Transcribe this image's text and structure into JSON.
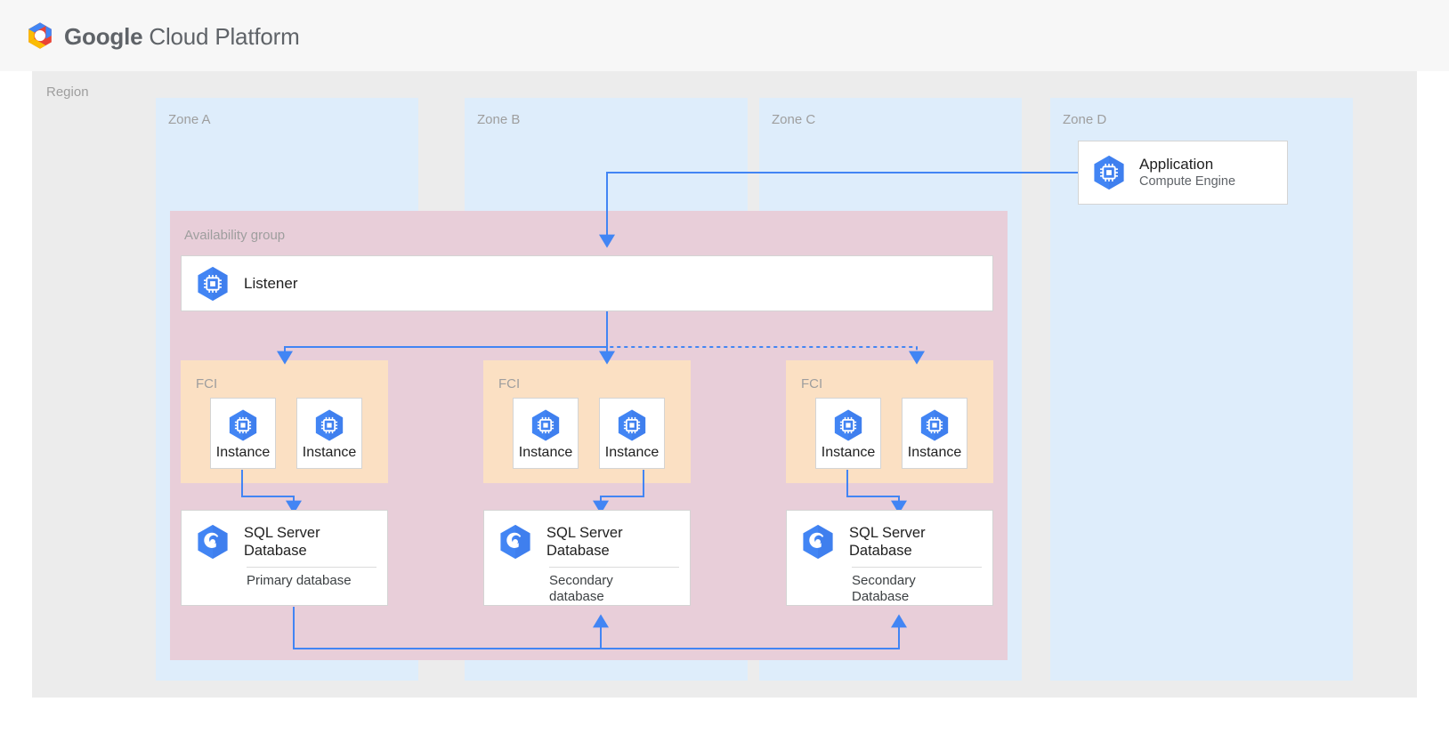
{
  "header": {
    "logo_icon": "google-cloud-platform-logo",
    "brand_bold": "Google",
    "brand_rest": " Cloud Platform",
    "brand_full": "Google Cloud Platform"
  },
  "region": {
    "label": "Region"
  },
  "zones": [
    {
      "id": "a",
      "label": "Zone A"
    },
    {
      "id": "b",
      "label": "Zone B"
    },
    {
      "id": "c",
      "label": "Zone C"
    },
    {
      "id": "d",
      "label": "Zone D"
    }
  ],
  "application": {
    "icon": "compute-engine-icon",
    "title": "Application",
    "subtitle": "Compute Engine"
  },
  "availability_group": {
    "label": "Availability group",
    "listener": {
      "icon": "compute-engine-icon",
      "title": "Listener"
    }
  },
  "fci_groups": [
    {
      "id": "fci-1",
      "label": "FCI",
      "instances": [
        {
          "icon": "compute-engine-icon",
          "label": "Instance"
        },
        {
          "icon": "compute-engine-icon",
          "label": "Instance"
        }
      ],
      "database": {
        "icon": "sql-server-database-icon",
        "title": "SQL Server Database",
        "title_line1": "SQL Server",
        "title_line2": "Database",
        "role_line1": "Primary database",
        "role_line2": ""
      }
    },
    {
      "id": "fci-2",
      "label": "FCI",
      "instances": [
        {
          "icon": "compute-engine-icon",
          "label": "Instance"
        },
        {
          "icon": "compute-engine-icon",
          "label": "Instance"
        }
      ],
      "database": {
        "icon": "sql-server-database-icon",
        "title": "SQL Server Database",
        "title_line1": "SQL Server",
        "title_line2": "Database",
        "role_line1": "Secondary",
        "role_line2": "database"
      }
    },
    {
      "id": "fci-3",
      "label": "FCI",
      "instances": [
        {
          "icon": "compute-engine-icon",
          "label": "Instance"
        },
        {
          "icon": "compute-engine-icon",
          "label": "Instance"
        }
      ],
      "database": {
        "icon": "sql-server-database-icon",
        "title": "SQL Server Database",
        "title_line1": "SQL Server",
        "title_line2": "Database",
        "role_line1": "Secondary",
        "role_line2": "Database"
      }
    }
  ],
  "colors": {
    "header_bg": "#f7f7f7",
    "region_bg": "#ececec",
    "zone_bg": "#deedfb",
    "availability_group_bg": "#e8ced9",
    "fci_bg": "#fbe0c3",
    "card_bg": "#ffffff",
    "card_border": "#d4d4d4",
    "connector": "#4285f4",
    "icon_blue": "#4285f4",
    "label_gray": "#9e9e9e",
    "text_primary": "#212121",
    "text_secondary": "#5f6368",
    "logo_blue": "#4285f4",
    "logo_red": "#ea4335",
    "logo_yellow": "#fbbc05",
    "logo_green": "#34a853"
  }
}
